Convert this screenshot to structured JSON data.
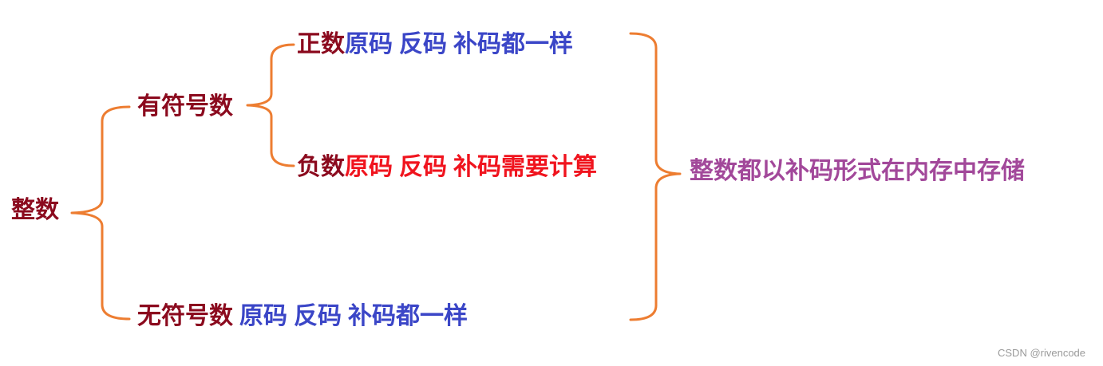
{
  "colors": {
    "brace": "#ed7d31",
    "dark_red": "#8b0a1e",
    "blue": "#3b46c7",
    "red": "#f0141e",
    "purple": "#a2489a"
  },
  "root": {
    "label": "整数"
  },
  "signed": {
    "label": "有符号数",
    "positive": {
      "label": "正数",
      "original": "原码",
      "ones": "反码",
      "detail": "补码都一样"
    },
    "negative": {
      "label": "负数",
      "original": "原码",
      "ones": "反码",
      "detail": "补码需要计算"
    }
  },
  "unsigned": {
    "label": "无符号数",
    "original": "原码",
    "ones": "反码",
    "detail": "补码都一样"
  },
  "conclusion": {
    "label": "整数都以补码形式在内存中存储"
  },
  "watermark": {
    "text": "CSDN @rivencode"
  }
}
